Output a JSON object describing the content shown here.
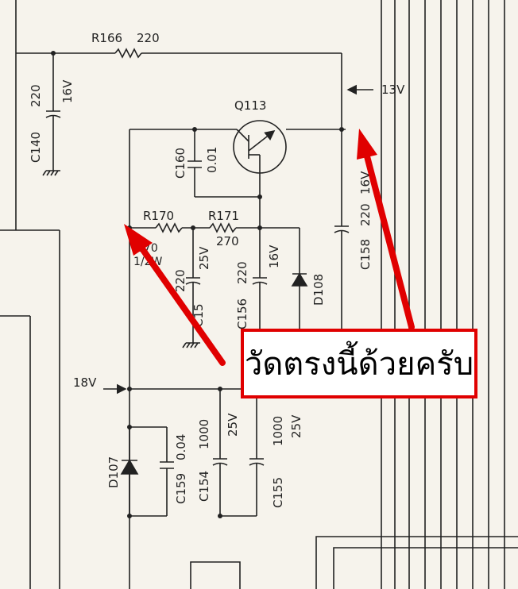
{
  "labels": {
    "r166": "R166",
    "r166_val": "220",
    "c140": "C140",
    "c140_val": "220",
    "c140_v": "16V",
    "v13": "13V",
    "q113": "Q113",
    "c160": "C160",
    "c160_val": "0.01",
    "r170": "R170",
    "r170_val": "270",
    "r170_w": "1/2W",
    "r171": "R171",
    "r171_val": "270",
    "c15x": "C15",
    "c15x_val": "220",
    "c15x_v": "25V",
    "c156": "C156",
    "c156_val": "220",
    "c156_v": "16V",
    "d108": "D108",
    "c158": "C158",
    "c158_val": "220",
    "c158_v": "16V",
    "v18": "18V",
    "d107": "D107",
    "c159": "C159",
    "c159_val": "0.04",
    "c154": "C154",
    "c154_val": "1000",
    "c154_v": "25V",
    "c155": "C155",
    "c155_val": "1000",
    "c155_v": "25V"
  },
  "annotation": {
    "text": "วัดตรงนี้ด้วยครับ",
    "color": "#e00000"
  }
}
